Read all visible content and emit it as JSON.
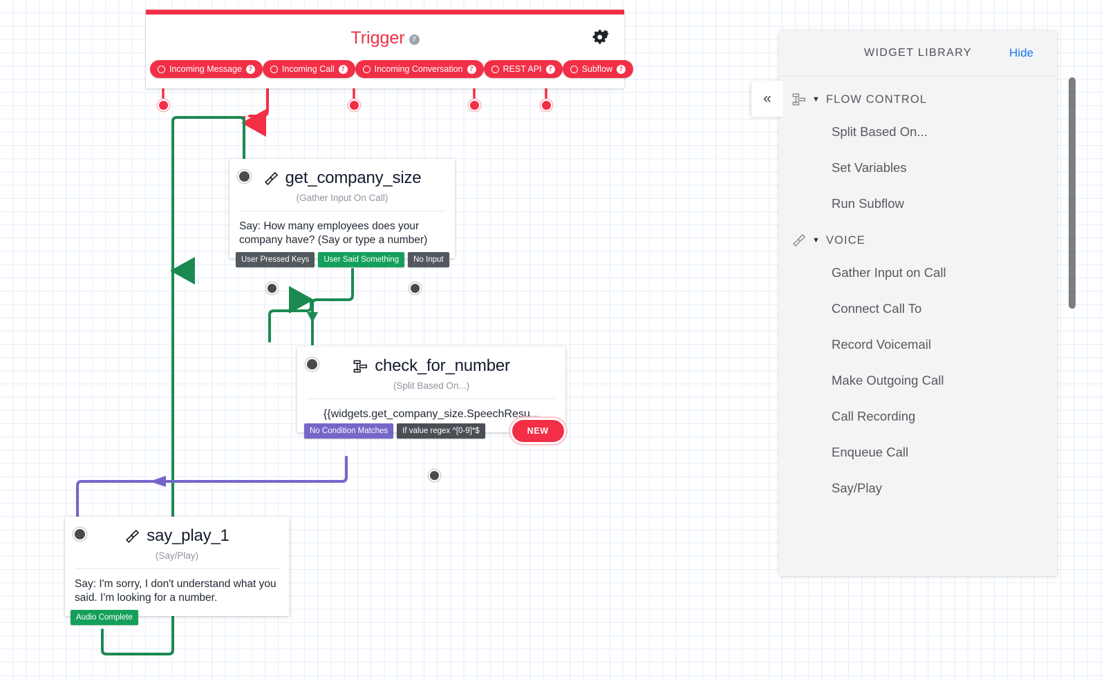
{
  "trigger": {
    "title": "Trigger",
    "help_icon": "help-icon",
    "settings_icon": "gears-icon",
    "pills": [
      {
        "label": "Incoming Message",
        "icon": "circle-outline-icon",
        "help": "?"
      },
      {
        "label": "Incoming Call",
        "icon": "circle-outline-icon",
        "help": "?"
      },
      {
        "label": "Incoming Conversation",
        "icon": "circle-outline-icon",
        "help": "?"
      },
      {
        "label": "REST API",
        "icon": "circle-outline-icon",
        "help": "?"
      },
      {
        "label": "Subflow",
        "icon": "circle-outline-icon",
        "help": "?"
      }
    ]
  },
  "nodes": [
    {
      "id": "get_company_size",
      "title": "get_company_size",
      "icon": "phone-handset-icon",
      "subtitle": "(Gather Input On Call)",
      "body": "Say: How many employees does your company have? (Say or type a number)",
      "outputs": [
        {
          "label": "User Pressed Keys",
          "style": "gray"
        },
        {
          "label": "User Said Something",
          "style": "green"
        },
        {
          "label": "No Input",
          "style": "gray"
        }
      ]
    },
    {
      "id": "check_for_number",
      "title": "check_for_number",
      "icon": "split-icon",
      "subtitle": "(Split Based On...)",
      "body": "{{widgets.get_company_size.SpeechResu...",
      "outputs": [
        {
          "label": "No Condition Matches",
          "style": "purple"
        },
        {
          "label": "If value regex ^[0-9]*$",
          "style": "dark"
        },
        {
          "label": "NEW",
          "style": "new"
        }
      ]
    },
    {
      "id": "say_play_1",
      "title": "say_play_1",
      "icon": "phone-handset-icon",
      "subtitle": "(Say/Play)",
      "body": "Say: I'm sorry, I don't understand what you said. I'm looking for a number.",
      "outputs": [
        {
          "label": "Audio Complete",
          "style": "green"
        }
      ]
    }
  ],
  "library": {
    "title": "WIDGET LIBRARY",
    "hide_label": "Hide",
    "collapse_icon": "chevron-double-left-icon",
    "groups": [
      {
        "name": "FLOW CONTROL",
        "icon": "split-icon",
        "caret": "▼",
        "items": [
          "Split Based On...",
          "Set Variables",
          "Run Subflow"
        ]
      },
      {
        "name": "VOICE",
        "icon": "phone-handset-icon",
        "caret": "▼",
        "items": [
          "Gather Input on Call",
          "Connect Call To",
          "Record Voicemail",
          "Make Outgoing Call",
          "Call Recording",
          "Enqueue Call",
          "Say/Play"
        ]
      }
    ]
  },
  "colors": {
    "brand_red": "#f22f46",
    "green": "#14a05a",
    "purple": "#7566c9",
    "dark_gray": "#53585f",
    "link_blue": "#1976f0",
    "grid_line": "#e3eefb"
  }
}
